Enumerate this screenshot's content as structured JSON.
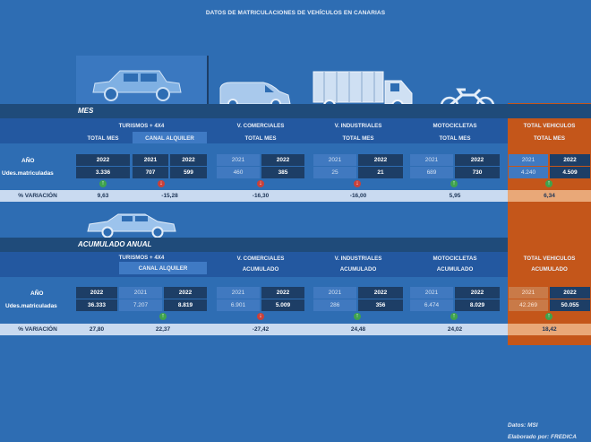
{
  "title": "DATOS DE MATRICULACIONES DE VEHÍCULOS EN CANARIAS",
  "mes": {
    "section_title": "MES",
    "group_turismos": "TURISMOS + 4X4",
    "turismos_total_label": "TOTAL MES",
    "turismos_alquiler_label": "CANAL ALQUILER",
    "comerciales": "V. COMERCIALES",
    "industriales": "V. INDUSTRIALES",
    "motocicletas": "MOTOCICLETAS",
    "total": "TOTAL VEHICULOS",
    "total_mes": "TOTAL MES",
    "anio_label": "AÑO",
    "udes_label": "Udes.matriculadas",
    "variacion_label": "% VARIACIÓN",
    "turismos_total": {
      "year": "2022",
      "value": "3.336",
      "trend": "up",
      "var": "9,63"
    },
    "turismos_alquiler": {
      "y1": "2021",
      "v1": "707",
      "y2": "2022",
      "v2": "599",
      "trend": "down",
      "var": "-15,28"
    },
    "comerciales_data": {
      "y1": "2021",
      "v1": "460",
      "y2": "2022",
      "v2": "385",
      "trend": "down",
      "var": "-16,30"
    },
    "industriales_data": {
      "y1": "2021",
      "v1": "25",
      "y2": "2022",
      "v2": "21",
      "trend": "down",
      "var": "-16,00"
    },
    "motocicletas_data": {
      "y1": "2021",
      "v1": "689",
      "y2": "2022",
      "v2": "730",
      "trend": "up",
      "var": "5,95"
    },
    "total_data": {
      "y1": "2021",
      "v1": "4.240",
      "y2": "2022",
      "v2": "4.509",
      "trend": "up",
      "var": "6,34"
    }
  },
  "acumulado": {
    "section_title": "ACUMULADO ANUAL",
    "group_turismos": "TURISMOS + 4X4",
    "turismos_alquiler_label": "CANAL ALQUILER",
    "comerciales": "V. COMERCIALES",
    "industriales": "V. INDUSTRIALES",
    "motocicletas": "MOTOCICLETAS",
    "total": "TOTAL VEHICULOS",
    "acumulado": "ACUMULADO",
    "anio_label": "AÑO",
    "udes_label": "Udes.matriculadas",
    "variacion_label": "% VARIACIÓN",
    "turismos_total": {
      "year": "2022",
      "value": "36.333",
      "var": "27,80"
    },
    "turismos_alquiler": {
      "y1": "2021",
      "v1": "7.207",
      "y2": "2022",
      "v2": "8.819",
      "trend": "up",
      "var": "22,37"
    },
    "comerciales_data": {
      "y1": "2021",
      "v1": "6.901",
      "y2": "2022",
      "v2": "5.009",
      "trend": "down",
      "var": "-27,42"
    },
    "industriales_data": {
      "y1": "2021",
      "v1": "286",
      "y2": "2022",
      "v2": "356",
      "trend": "up",
      "var": "24,48"
    },
    "motocicletas_data": {
      "y1": "2021",
      "v1": "6.474",
      "y2": "2022",
      "v2": "8.029",
      "trend": "up",
      "var": "24,02"
    },
    "total_data": {
      "y1": "2021",
      "v1": "42.269",
      "y2": "2022",
      "v2": "50.055",
      "trend": "up",
      "var": "18,42"
    }
  },
  "footer": {
    "source": "Datos: MSI",
    "author": "Elaborado por: FREDICA"
  },
  "colors": {
    "background": "#2e6db3",
    "band": "#1f4b7a",
    "orange": "#c4561a",
    "up": "#3fa34d",
    "down": "#c9413a"
  },
  "icons": {
    "suv": "suv-icon",
    "van": "van-icon",
    "truck": "truck-icon",
    "moto": "motorcycle-icon",
    "car": "sedan-icon"
  }
}
